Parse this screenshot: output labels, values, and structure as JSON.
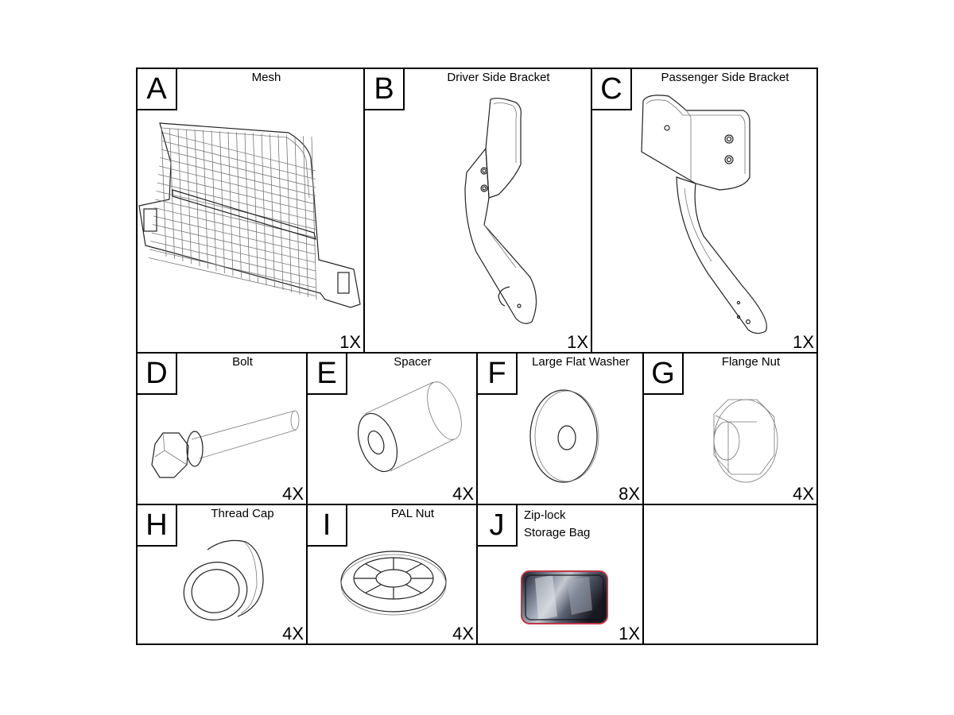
{
  "parts": {
    "A": {
      "letter": "A",
      "name": "Mesh",
      "qty": "1X",
      "icon": "mesh-icon"
    },
    "B": {
      "letter": "B",
      "name": "Driver Side Bracket",
      "qty": "1X",
      "icon": "driver-bracket-icon"
    },
    "C": {
      "letter": "C",
      "name": "Passenger Side Bracket",
      "qty": "1X",
      "icon": "passenger-bracket-icon"
    },
    "D": {
      "letter": "D",
      "name": "Bolt",
      "qty": "4X",
      "icon": "bolt-icon"
    },
    "E": {
      "letter": "E",
      "name": "Spacer",
      "qty": "4X",
      "icon": "spacer-icon"
    },
    "F": {
      "letter": "F",
      "name": "Large Flat Washer",
      "qty": "8X",
      "icon": "washer-icon"
    },
    "G": {
      "letter": "G",
      "name": "Flange Nut",
      "qty": "4X",
      "icon": "flange-nut-icon"
    },
    "H": {
      "letter": "H",
      "name": "Thread Cap",
      "qty": "4X",
      "icon": "thread-cap-icon"
    },
    "I": {
      "letter": "I",
      "name": "PAL Nut",
      "qty": "4X",
      "icon": "pal-nut-icon"
    },
    "J": {
      "letter": "J",
      "name_line1": "Zip-lock",
      "name_line2": "Storage Bag",
      "qty": "1X",
      "icon": "storage-bag-icon"
    }
  }
}
